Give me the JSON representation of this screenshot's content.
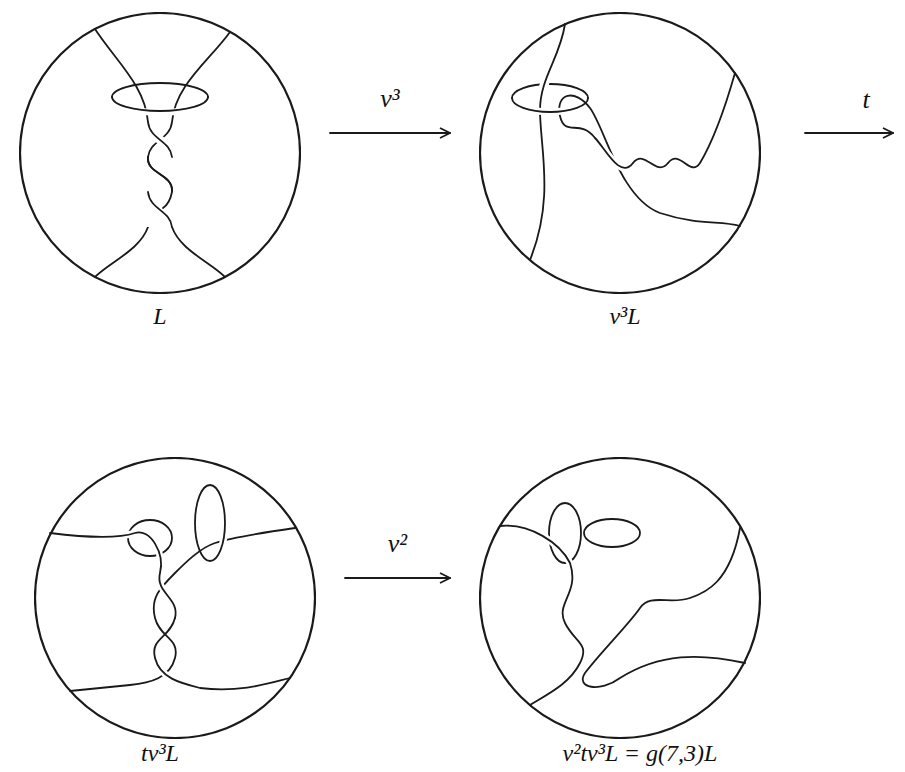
{
  "diagram": {
    "nodes": [
      {
        "text": [
          "L"
        ]
      },
      {
        "text": [
          "v³L"
        ]
      },
      {
        "text": [
          "tv³L"
        ]
      },
      {
        "text": [
          "v²tv³L = g(7,3)L"
        ]
      }
    ],
    "edges": [
      {
        "from": 0,
        "to": 1,
        "arrow": "to",
        "label": "v³"
      },
      {
        "from": 2,
        "to": 3,
        "arrow": "to",
        "label": "v²"
      }
    ],
    "labels": [
      "t"
    ]
  }
}
